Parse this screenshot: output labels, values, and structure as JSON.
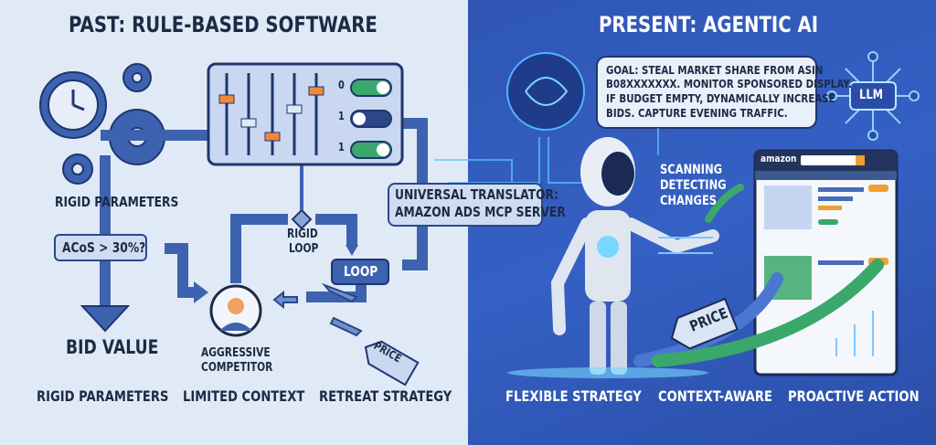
{
  "left": {
    "title": "PAST: RULE-BASED SOFTWARE",
    "rigid_parameters_label": "RIGID PARAMETERS",
    "condition": "ACoS > 30%?",
    "bid_value": "BID VALUE",
    "rigid_loop": [
      "RIGID",
      "LOOP"
    ],
    "loop": "LOOP",
    "competitor": [
      "AGGRESSIVE",
      "COMPETITOR"
    ],
    "price_tag": "PRICE",
    "toggles": [
      "0",
      "1",
      "1"
    ],
    "footer": [
      "RIGID PARAMETERS",
      "LIMITED CONTEXT",
      "RETREAT STRATEGY"
    ]
  },
  "bridge": {
    "line1": "UNIVERSAL TRANSLATOR:",
    "line2": "AMAZON ADS MCP SERVER"
  },
  "right": {
    "title": "PRESENT: AGENTIC AI",
    "goal": [
      "GOAL: STEAL MARKET SHARE FROM ASIN",
      "B08XXXXXXX. MONITOR SPONSORED DISPLAY.",
      "IF BUDGET EMPTY, DYNAMICALLY INCREASE",
      "BIDS. CAPTURE EVENING TRAFFIC."
    ],
    "llm": "LLM",
    "scanning": [
      "SCANNING",
      "DETECTING",
      "CHANGES"
    ],
    "amazon_logo": "amazon",
    "price_tag": "PRICE",
    "footer": [
      "FLEXIBLE STRATEGY",
      "CONTEXT-AWARE",
      "PROACTIVE ACTION"
    ]
  },
  "colors": {
    "left_bg": "#e0eaf6",
    "right_bg": "#3560c4",
    "navy": "#2a4788",
    "orange": "#f0883a",
    "green": "#3aa86b"
  }
}
